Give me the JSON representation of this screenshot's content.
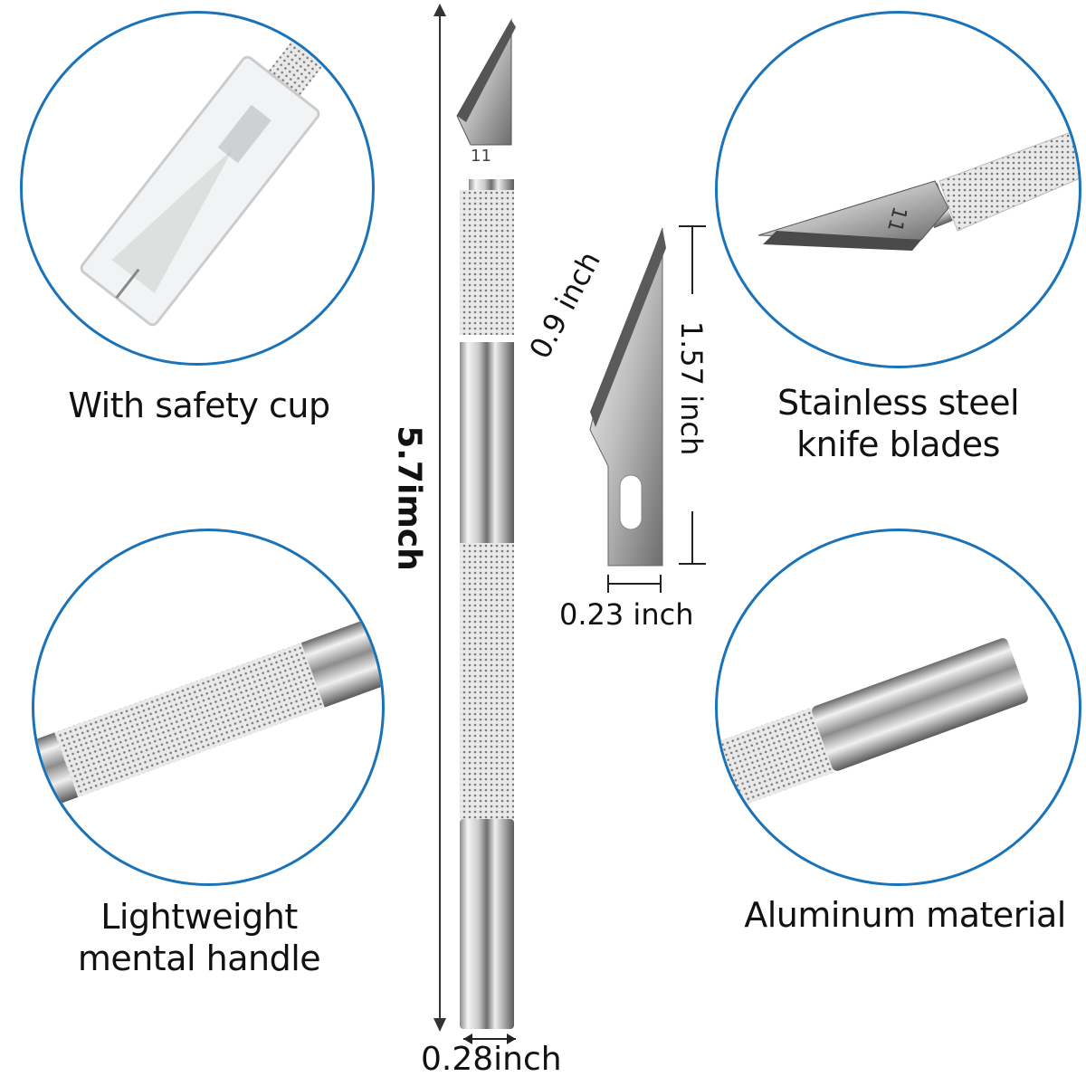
{
  "features": [
    {
      "id": "safety-cup",
      "caption": "With safety cup"
    },
    {
      "id": "stainless-blades",
      "caption_line1": "Stainless steel",
      "caption_line2": "knife blades"
    },
    {
      "id": "lightweight-handle",
      "caption_line1": "Lightweight",
      "caption_line2": "mental handle"
    },
    {
      "id": "aluminum",
      "caption": "Aluminum material"
    }
  ],
  "knife": {
    "length_label": "5.7imch",
    "diameter_label": "0.28inch",
    "blade_number": "11"
  },
  "blade": {
    "edge_label": "0.9 inch",
    "length_label": "1.57 inch",
    "width_label": "0.23 inch",
    "blade_number": "11"
  },
  "colors": {
    "circle_border": "#1a72b8",
    "text": "#111111",
    "metal_light": "#e8e8e8",
    "metal_dark": "#7a7a7a"
  }
}
